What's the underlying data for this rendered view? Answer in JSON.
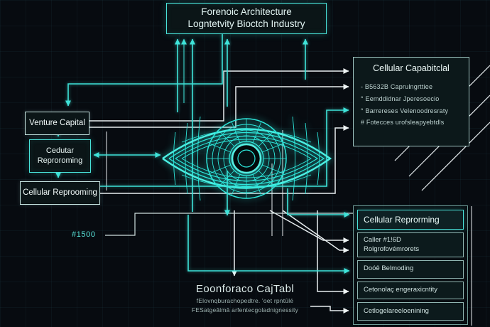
{
  "colors": {
    "background": "#070b10",
    "accent_cyan": "#3fe3d9",
    "line_white": "#e8eef0",
    "box_fill": "#0b1517"
  },
  "title_box": {
    "line1": "Forenoic Architecture",
    "line2": "Logntetvity Bioctch Industry"
  },
  "left_column": {
    "venture_label": "Venture Capital",
    "cedutar_line1": "Cedutar",
    "cedutar_line2": "Reproroming",
    "cellular_label": "Cellular Reprooming",
    "hash_label": "#1500"
  },
  "right_top_box": {
    "title": "Cellular Capabitclal",
    "bullets": [
      {
        "label": "- B5632B Caprulngrttiee"
      },
      {
        "label": "° Eemddidnar Jperesoecio"
      },
      {
        "label": "° Barrereses Velenoodresraty"
      },
      {
        "label": "# Fotecces urofsleapyebtdls"
      }
    ]
  },
  "right_bottom_panel": {
    "header": "Cellular Reprorming",
    "items": [
      {
        "lines": [
          "Caller #1!6D",
          "Rolgrofovémrorets"
        ]
      },
      {
        "lines": [
          "Doóê Belmoding"
        ]
      },
      {
        "lines": [
          "Cetonolaç engeraxicntity"
        ]
      },
      {
        "lines": [
          "Cetlogelareeloenining"
        ]
      }
    ]
  },
  "bottom_text": {
    "title": "Eoonforaco CajTabl",
    "line1": "fElovnqburachopedtre. 'oet rpntûlé",
    "line2": "FESatgeâlmâ arfentecgoladnignessity"
  },
  "center_graphic": "wireframe-eye"
}
